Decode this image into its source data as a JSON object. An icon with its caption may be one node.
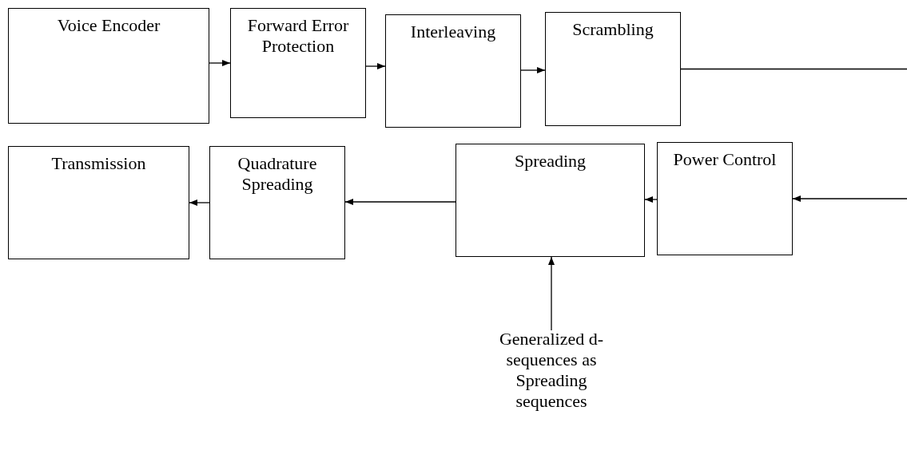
{
  "diagram": {
    "nodes": [
      {
        "text": [
          "Voice Encoder"
        ]
      },
      {
        "text": [
          "Forward Error Protection"
        ]
      },
      {
        "text": [
          "Interleaving"
        ]
      },
      {
        "text": [
          "Scrambling"
        ]
      },
      {
        "text": [
          "Transmission"
        ]
      },
      {
        "text": [
          "Quadrature Spreading"
        ]
      },
      {
        "text": [
          "Spreading"
        ]
      },
      {
        "text": [
          "Power Control"
        ]
      },
      {
        "text": [
          "Generalized d-sequences as Spreading sequences"
        ]
      }
    ],
    "edges": [
      {
        "from": 0,
        "to": 1,
        "arrow": "to"
      },
      {
        "from": 1,
        "to": 2,
        "arrow": "to"
      },
      {
        "from": 2,
        "to": 3,
        "arrow": "to"
      },
      {
        "from": 3,
        "to": null,
        "arrow": "none"
      },
      {
        "from": null,
        "to": 7,
        "arrow": "to"
      },
      {
        "from": 7,
        "to": 6,
        "arrow": "to"
      },
      {
        "from": 6,
        "to": 5,
        "arrow": "to"
      },
      {
        "from": 5,
        "to": 4,
        "arrow": "to"
      },
      {
        "from": 8,
        "to": 6,
        "arrow": "to"
      }
    ]
  }
}
